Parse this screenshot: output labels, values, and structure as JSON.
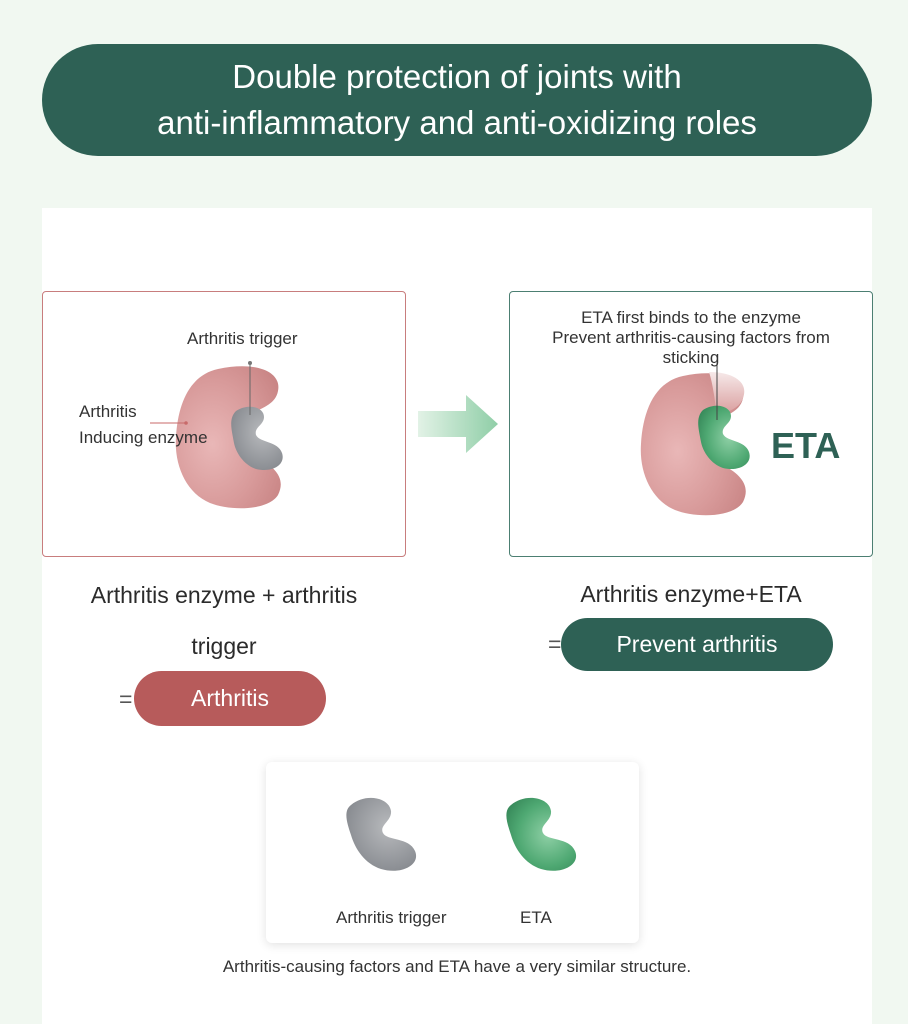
{
  "header": {
    "title_line1": "Double protection of joints with",
    "title_line2": "anti-inflammatory and anti-oxidizing roles"
  },
  "left_diagram": {
    "trigger_label": "Arthritis trigger",
    "enzyme_label_line1": "Arthritis",
    "enzyme_label_line2": "Inducing enzyme",
    "caption_line1": "Arthritis enzyme + arthritis",
    "caption_line2": "trigger",
    "equals": "=",
    "result": "Arthritis"
  },
  "right_diagram": {
    "note_line1": "ETA first binds to the enzyme",
    "note_line2": "Prevent arthritis-causing factors from",
    "note_line3": "sticking",
    "eta_label": "ETA",
    "caption": "Arthritis enzyme+ETA",
    "equals": "=",
    "result": "Prevent arthritis"
  },
  "comparison": {
    "trigger_label": "Arthritis trigger",
    "eta_label": "ETA",
    "footnote": "Arthritis-causing factors and ETA have a very similar structure."
  },
  "colors": {
    "dark_green": "#2e6155",
    "red": "#b75b5b",
    "enzyme_pink": "#d99a9a",
    "trigger_gray": "#8e9196",
    "eta_green": "#3e9a66",
    "background": "#f1f8f1"
  }
}
